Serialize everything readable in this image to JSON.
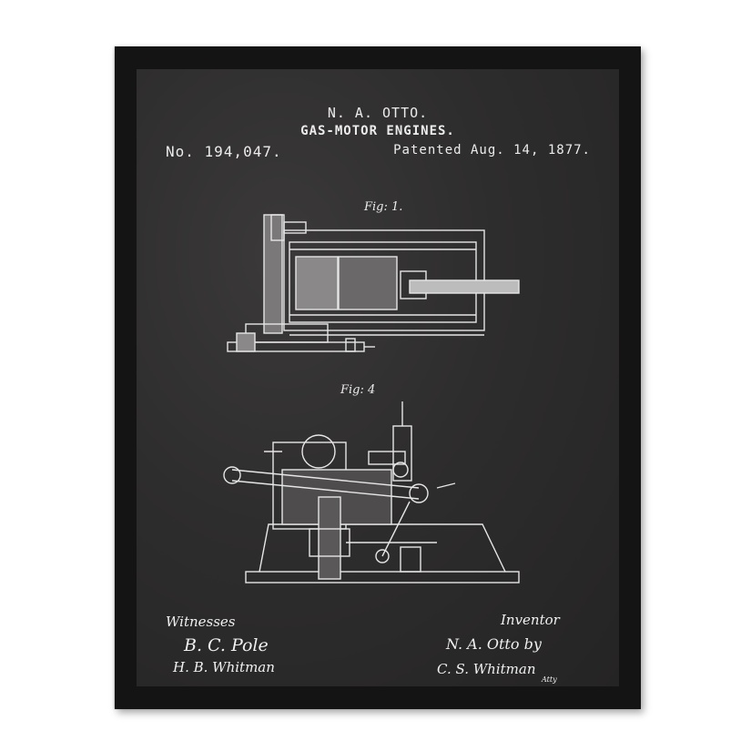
{
  "patent": {
    "inventor_name": "N. A. OTTO.",
    "title": "GAS-MOTOR ENGINES.",
    "number": "No. 194,047.",
    "date": "Patented Aug. 14, 1877."
  },
  "figures": {
    "fig1_label": "Fig: 1.",
    "fig4_label": "Fig: 4"
  },
  "signatures": {
    "witnesses_label": "Witnesses",
    "witness_1": "B. C. Pole",
    "witness_2": "H. B. Whitman",
    "inventor_label": "Inventor",
    "inventor_signature": "N. A. Otto by",
    "attorney_signature": "C. S. Whitman",
    "attorney_note": "Atty"
  },
  "colors": {
    "frame": "#141414",
    "chalkboard": "#2e2d2d",
    "ink": "#ececec"
  }
}
